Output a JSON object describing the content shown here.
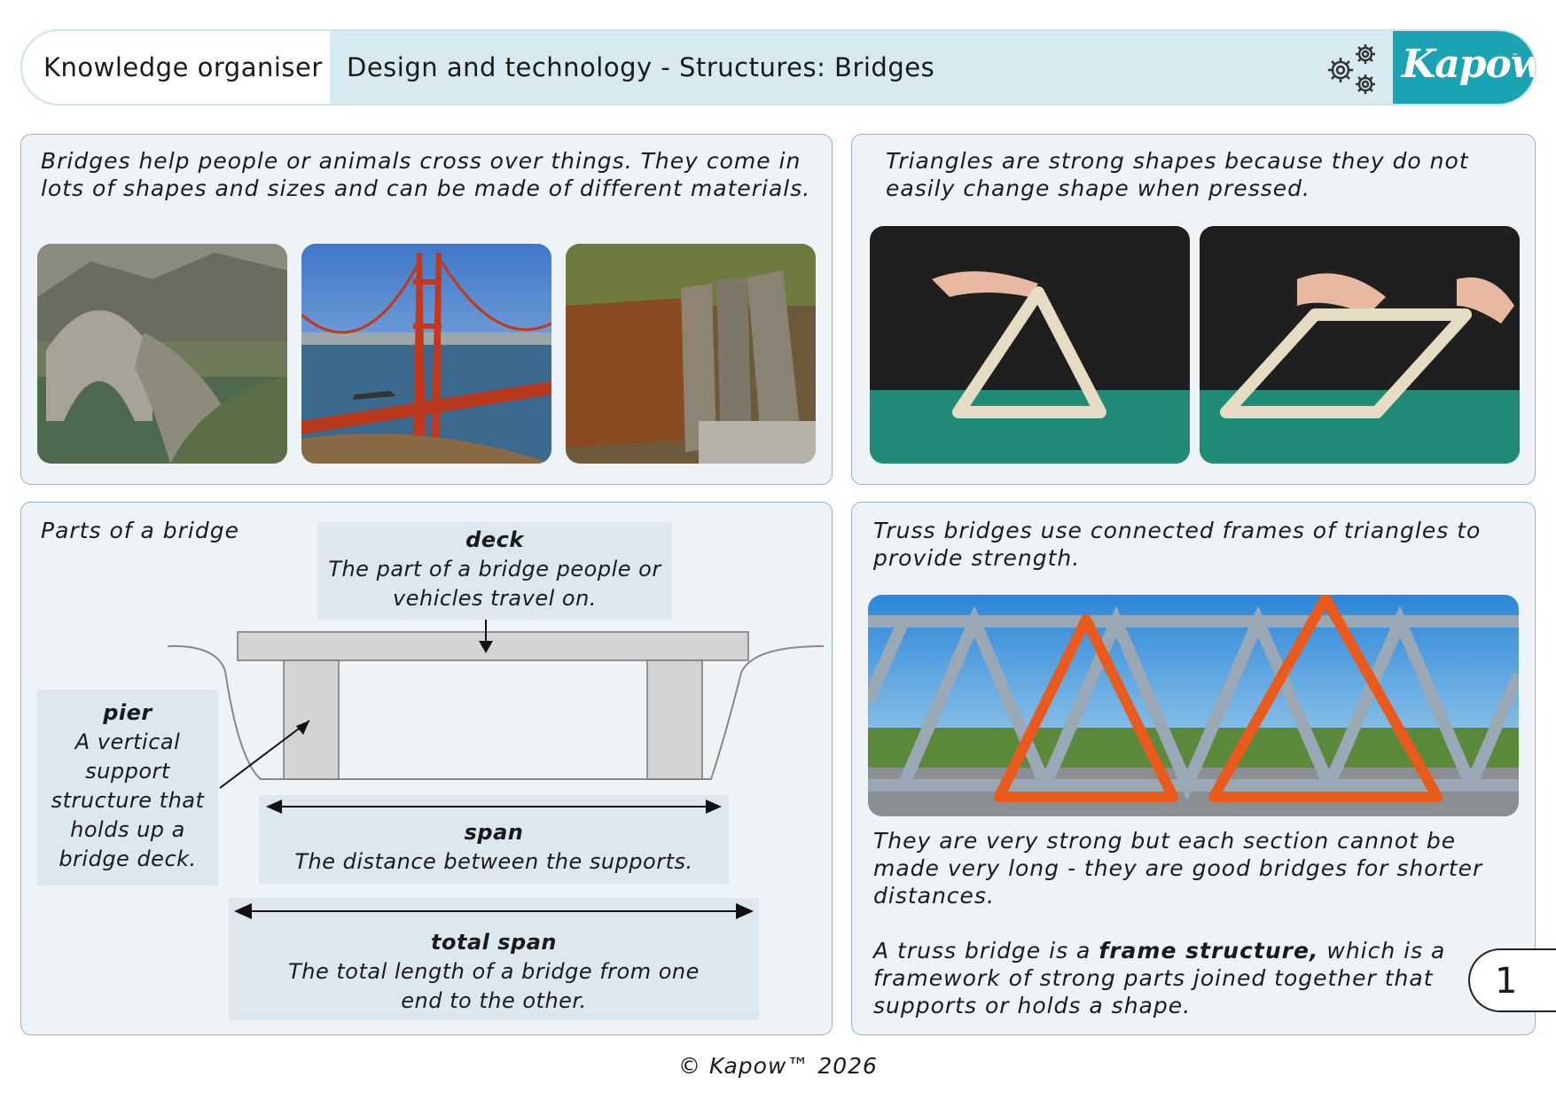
{
  "header": {
    "left_label": "Knowledge organiser",
    "title": "Design and technology - Structures: Bridges",
    "logo_text": "Kapow",
    "logo_tm": "™",
    "brand_color": "#1aa3b3"
  },
  "panel_intro": {
    "text": "Bridges help people or animals cross over things. They come in lots of shapes and sizes and can be made of different materials.",
    "photos": [
      "stone-arch-bridge",
      "suspension-bridge",
      "plank-bridge"
    ]
  },
  "panel_triangles": {
    "text": "Triangles are strong shapes because they do not easily change shape when pressed.",
    "photos": [
      "triangle-model",
      "parallelogram-model"
    ]
  },
  "panel_parts": {
    "heading": "Parts of a bridge",
    "deck": {
      "term": "deck",
      "definition": "The part of a bridge people or vehicles travel on."
    },
    "pier": {
      "term": "pier",
      "definition": "A vertical support structure that holds up a bridge deck."
    },
    "span": {
      "term": "span",
      "definition": "The distance between the supports."
    },
    "total_span": {
      "term": "total span",
      "definition": "The total length of a bridge from one end to the other."
    }
  },
  "panel_truss": {
    "intro": "Truss bridges use connected frames of triangles to provide strength.",
    "photo": "truss-bridge",
    "text_1": "They are very strong but each section cannot be made very long - they are good bridges for shorter distances.",
    "text_2_before": "A truss bridge is a ",
    "text_2_bold": "frame structure,",
    "text_2_after": " which is a framework of strong parts joined together that supports or holds a shape."
  },
  "page_number": "1",
  "footer": "© Kapow™ 2026"
}
